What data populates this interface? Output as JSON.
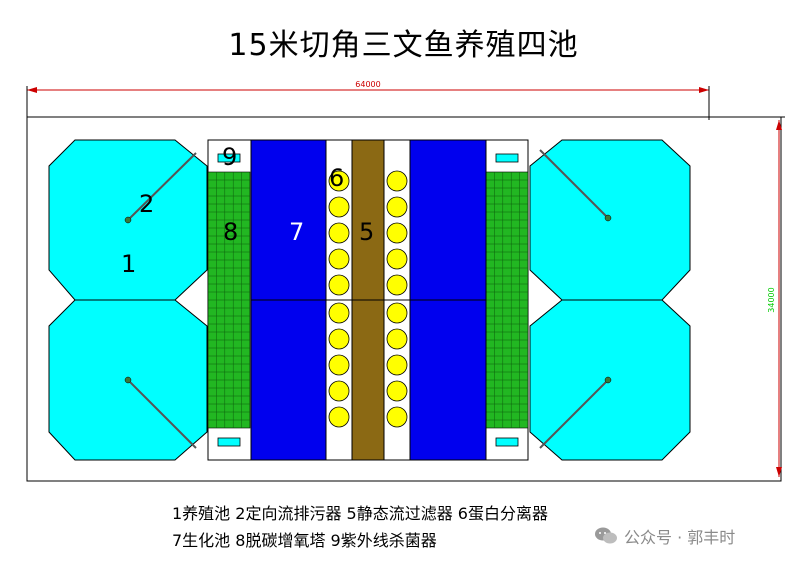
{
  "title": "15米切角三文鱼养殖四池",
  "dimensions": {
    "width_label": "64000",
    "height_label": "34000"
  },
  "labels": {
    "n1": "1",
    "n2": "2",
    "n5": "5",
    "n6": "6",
    "n7": "7",
    "n8": "8",
    "n9": "9"
  },
  "legend": {
    "line1": "1养殖池 2定向流排污器 5静态流过滤器 6蛋白分离器",
    "line2": "7生化池 8脱碳增氧塔 9紫外线杀菌器"
  },
  "watermark": {
    "text": "公众号 · 郭丰时"
  },
  "colors": {
    "tank": "#00ffff",
    "bio": "#0000ee",
    "filter": "#8b6914",
    "tower": "#22b722",
    "skimmer": "#ffff00",
    "dim_width": "#cc0000",
    "dim_height": "#00cc00"
  }
}
